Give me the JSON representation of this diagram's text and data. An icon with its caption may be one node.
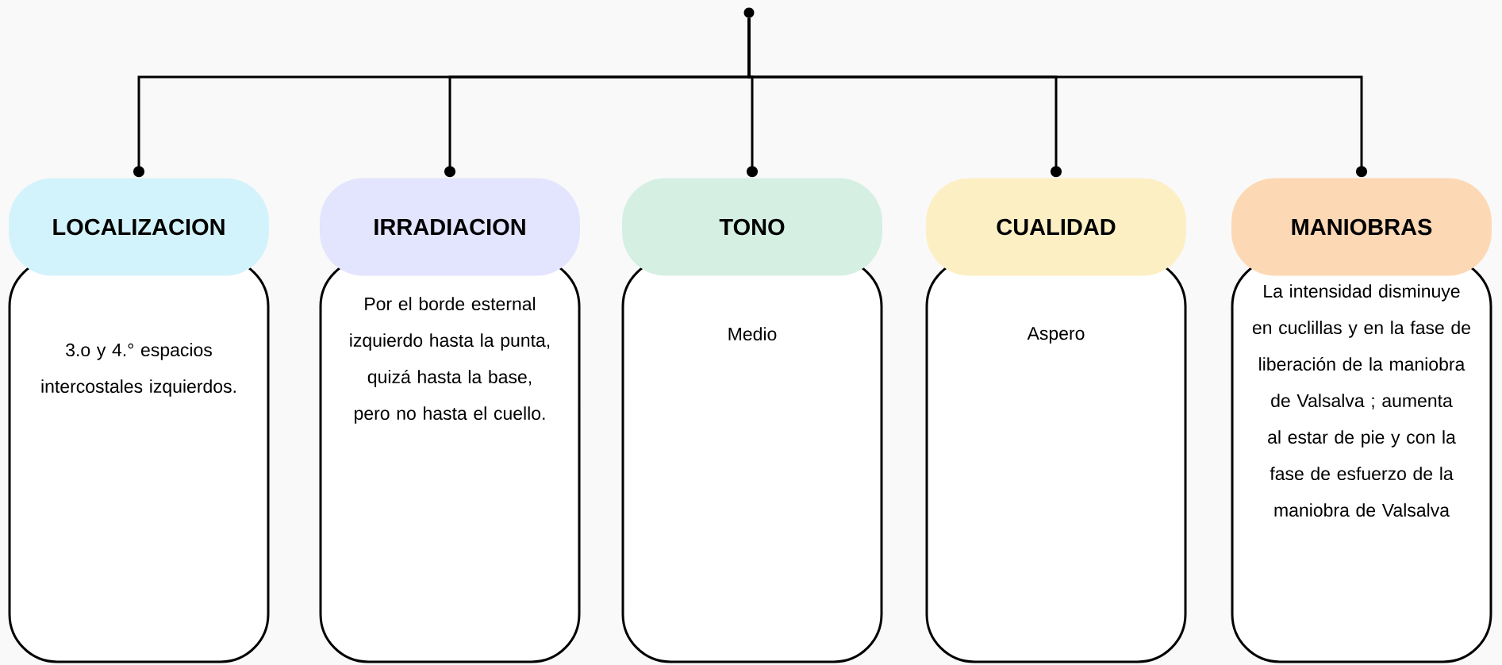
{
  "diagram": {
    "nodes": [
      {
        "text": [],
        "shape": "circle"
      },
      {
        "text": [
          "LOCALIZACION"
        ]
      },
      {
        "text": [
          "3.o y 4.° espacios intercostales izquierdos."
        ]
      },
      {
        "text": [
          "IRRADIACION"
        ]
      },
      {
        "text": [
          "Por el borde esternal izquierdo hasta la punta, quizá hasta la base, pero no hasta el cuello."
        ]
      },
      {
        "text": [
          "TONO"
        ]
      },
      {
        "text": [
          "Medio"
        ]
      },
      {
        "text": [
          "CUALIDAD"
        ]
      },
      {
        "text": [
          "Aspero"
        ]
      },
      {
        "text": [
          "MANIOBRAS"
        ]
      },
      {
        "text": [
          "La intensidad disminuye en cuclillas y en la fase de liberación de la maniobra de Valsalva ; aumenta al estar de pie y con la fase de esfuerzo de la maniobra de Valsalva"
        ]
      }
    ],
    "edges": [
      {
        "from": 0,
        "to": 1,
        "arrow": "other"
      },
      {
        "from": 0,
        "to": 3,
        "arrow": "other"
      },
      {
        "from": 0,
        "to": 5,
        "arrow": "other"
      },
      {
        "from": 0,
        "to": 7,
        "arrow": "other"
      },
      {
        "from": 0,
        "to": 9,
        "arrow": "other"
      }
    ]
  }
}
